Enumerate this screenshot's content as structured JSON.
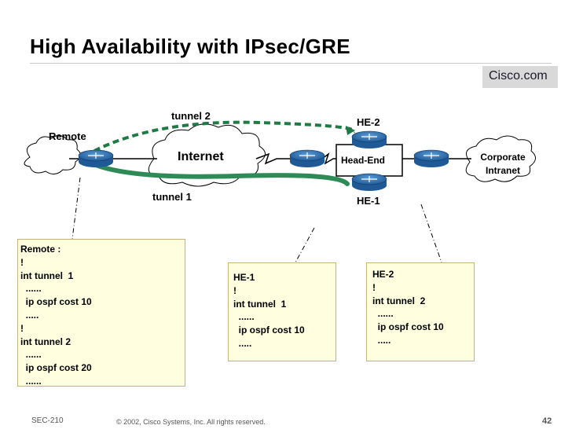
{
  "header": {
    "title": "High Availability with IPsec/GRE",
    "brand": "Cisco.com"
  },
  "diagram": {
    "labels": {
      "tunnel2": "tunnel 2",
      "tunnel1": "tunnel 1",
      "remote": "Remote",
      "internet": "Internet",
      "he2": "HE-2",
      "he1": "HE-1",
      "head_end": "Head-End",
      "corporate_line1": "Corporate",
      "corporate_line2": "Intranet"
    },
    "colors": {
      "tunnel_solid": "#2e8b57",
      "tunnel_dashed": "#1f7a45",
      "router_blue": "#2a6aa8",
      "box_fill": "#ffffe0"
    }
  },
  "configs": {
    "remote": [
      "Remote :",
      "!",
      "int tunnel  1",
      "  ......",
      "  ip ospf cost 10",
      "  .....",
      "!",
      "int tunnel 2",
      "  ......",
      "  ip ospf cost 20",
      "  ......"
    ],
    "he1": [
      "HE-1",
      "!",
      "int tunnel  1",
      "  ......",
      "  ip ospf cost 10",
      "  ....."
    ],
    "he2": [
      "HE-2",
      "!",
      "int tunnel  2",
      "  ......",
      "  ip ospf cost 10",
      "  ....."
    ]
  },
  "footer": {
    "code": "SEC-210",
    "copyright": "© 2002, Cisco Systems, Inc. All rights reserved.",
    "page": "42"
  }
}
